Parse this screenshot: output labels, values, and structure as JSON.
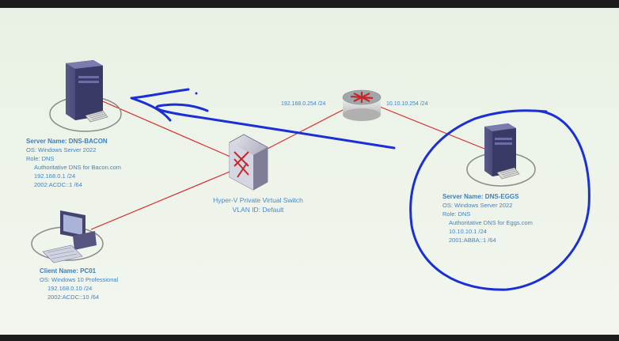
{
  "window": {
    "server_bacon": {
      "name": "Server Name: DNS-BACON",
      "os": "OS: Windows Server 2022",
      "role": "Role: DNS",
      "desc": "Authoritative DNS for Bacon.com",
      "ipv4": "192.168.0.1 /24",
      "ipv6": "2002:ACDC::1 /64"
    },
    "server_eggs": {
      "name": "Server Name: DNS-EGGS",
      "os": "OS: Windows Server 2022",
      "role": "Role: DNS",
      "desc": "Authoritative DNS for Eggs.com",
      "ipv4": "10.10.10.1 /24",
      "ipv6": "2001:ABBA::1 /64"
    },
    "client": {
      "name": "Client Name: PC01",
      "os": "OS: Windows 10 Professional",
      "ipv4": "192.168.0.10 /24",
      "ipv6": "2002:ACDC::10 /64"
    },
    "switch": {
      "title": "Hyper-V Private Virtual Switch",
      "vlan": "VLAN ID: Default"
    },
    "router": {
      "left_ip": "192.168.0.254 /24",
      "right_ip": "10.10.10.254 /24"
    }
  },
  "colors": {
    "link": "#d32f2f",
    "annotation": "#1a2fd6",
    "label": "#3f83c4",
    "server": "#4a4a7a"
  }
}
